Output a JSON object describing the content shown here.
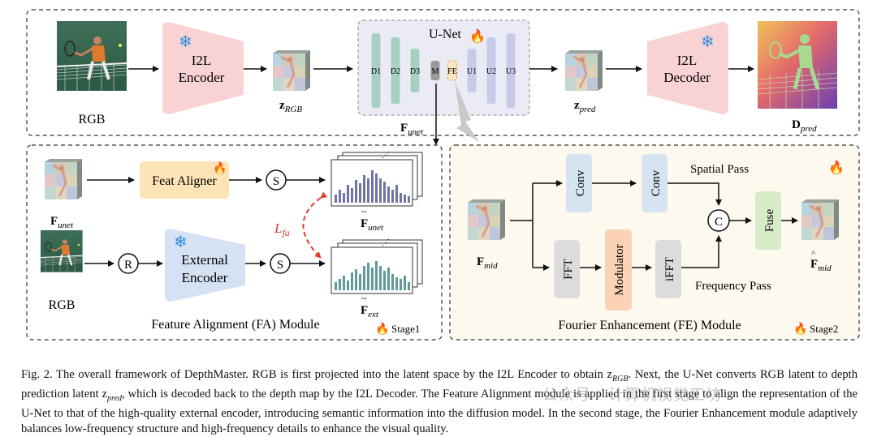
{
  "top": {
    "rgb_label": "RGB",
    "encoder_label_1": "I2L",
    "encoder_label_2": "Encoder",
    "z_rgb_main": "z",
    "z_rgb_sub": "RGB",
    "unet_title": "U-Net",
    "unet_layers": [
      "D1",
      "D2",
      "D3",
      "M",
      "FE",
      "U1",
      "U2",
      "U3"
    ],
    "f_unet_main": "F",
    "f_unet_sub": "unet",
    "z_pred_main": "z",
    "z_pred_sub": "pred",
    "decoder_label_1": "I2L",
    "decoder_label_2": "Decoder",
    "d_pred_main": "D",
    "d_pred_sub": "pred"
  },
  "fa_module": {
    "f_unet_main": "F",
    "f_unet_sub": "unet",
    "feat_aligner": "Feat Aligner",
    "s_symbol": "S",
    "r_symbol": "R",
    "rgb_label": "RGB",
    "external_1": "External",
    "external_2": "Encoder",
    "loss_main": "L",
    "loss_sub": "fa",
    "f_tilde_unet_main": "F",
    "f_tilde_unet_sub": "unet",
    "f_tilde_ext_main": "F",
    "f_tilde_ext_sub": "ext",
    "title": "Feature Alignment (FA) Module",
    "stage": "Stage1"
  },
  "fe_module": {
    "f_mid_main": "F",
    "f_mid_sub": "mid",
    "conv": "Conv",
    "fft": "FFT",
    "modulator": "Modulator",
    "ifft": "iFFT",
    "c_symbol": "C",
    "fuse": "Fuse",
    "spatial_pass": "Spatial Pass",
    "frequency_pass": "Frequency Pass",
    "f_hat_mid_main": "F",
    "f_hat_mid_sub": "mid",
    "title": "Fourier Enhancement (FE) Module",
    "stage": "Stage2"
  },
  "caption": {
    "line1": "Fig. 2.   The overall framework of DepthMaster. RGB is first projected into the latent space by the I2L Encoder to obtain z",
    "line1_sub": "RGB",
    "line1_end": ". Next, the U-Net converts",
    "line2": "RGB latent to depth prediction latent z",
    "line2_sub": "pred",
    "line2_end": ", which is decoded back to the depth map by the I2L Decoder. The Feature Alignment module is applied in the first stage to align the representation of the U-Net to that of the high-quality external encoder, introducing semantic information into the diffusion model. In the second stage, the Fourier Enhancement module adaptively balances low-frequency structure and high-frequency details to enhance the visual quality."
  },
  "watermark": "公众号 · 计算机视觉工坊",
  "colors": {
    "encoder_fill": "#f9d3d3",
    "external_fill": "#d6e1f3",
    "unet_fill": "#ebebf6",
    "feat_aligner_fill": "#fde3b6",
    "fe_panel_fill": "#fdf9ef",
    "conv_fill": "#d6e3f1",
    "fft_fill": "#dcdcdc",
    "modulator_fill": "#fad3b5",
    "fuse_fill": "#d7ebc9",
    "unet_bar_green": "#a8d0c2",
    "unet_bar_blue": "#c7cbe8",
    "hist_unet": "#6f74a8",
    "hist_ext": "#5f9a9c",
    "loss_red": "#e03a2a"
  }
}
